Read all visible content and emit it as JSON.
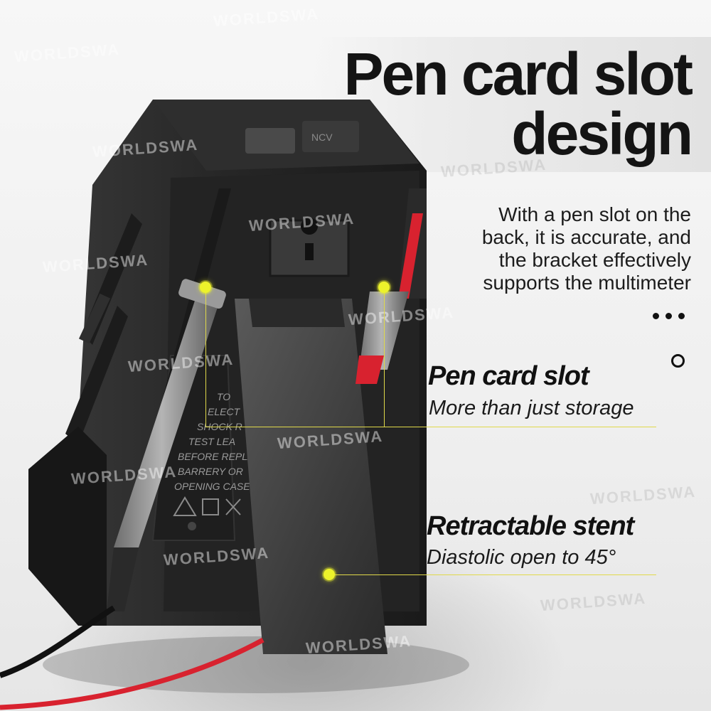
{
  "title": {
    "line1": "Pen card slot",
    "line2": "design"
  },
  "description": {
    "lines": [
      "With a pen slot on the",
      "back, it is accurate, and",
      "the bracket effectively",
      "supports the multimeter"
    ]
  },
  "features": [
    {
      "title": "Pen card slot",
      "subtitle": "More than just storage"
    },
    {
      "title": "Retractable stent",
      "subtitle": "Diastolic open to 45°"
    }
  ],
  "device_labels": {
    "button1": "NCV",
    "warning_lines": [
      "TO",
      "ELECT",
      "SHOCK R",
      "TEST LEA",
      "BEFORE REPLA",
      "BARRERY OR",
      "OPENING CASE"
    ]
  },
  "watermark": "WORLDSWA",
  "colors": {
    "accent": "#ecf22b",
    "red_lead": "#d8222f",
    "device_body": "#2b2b2b"
  }
}
